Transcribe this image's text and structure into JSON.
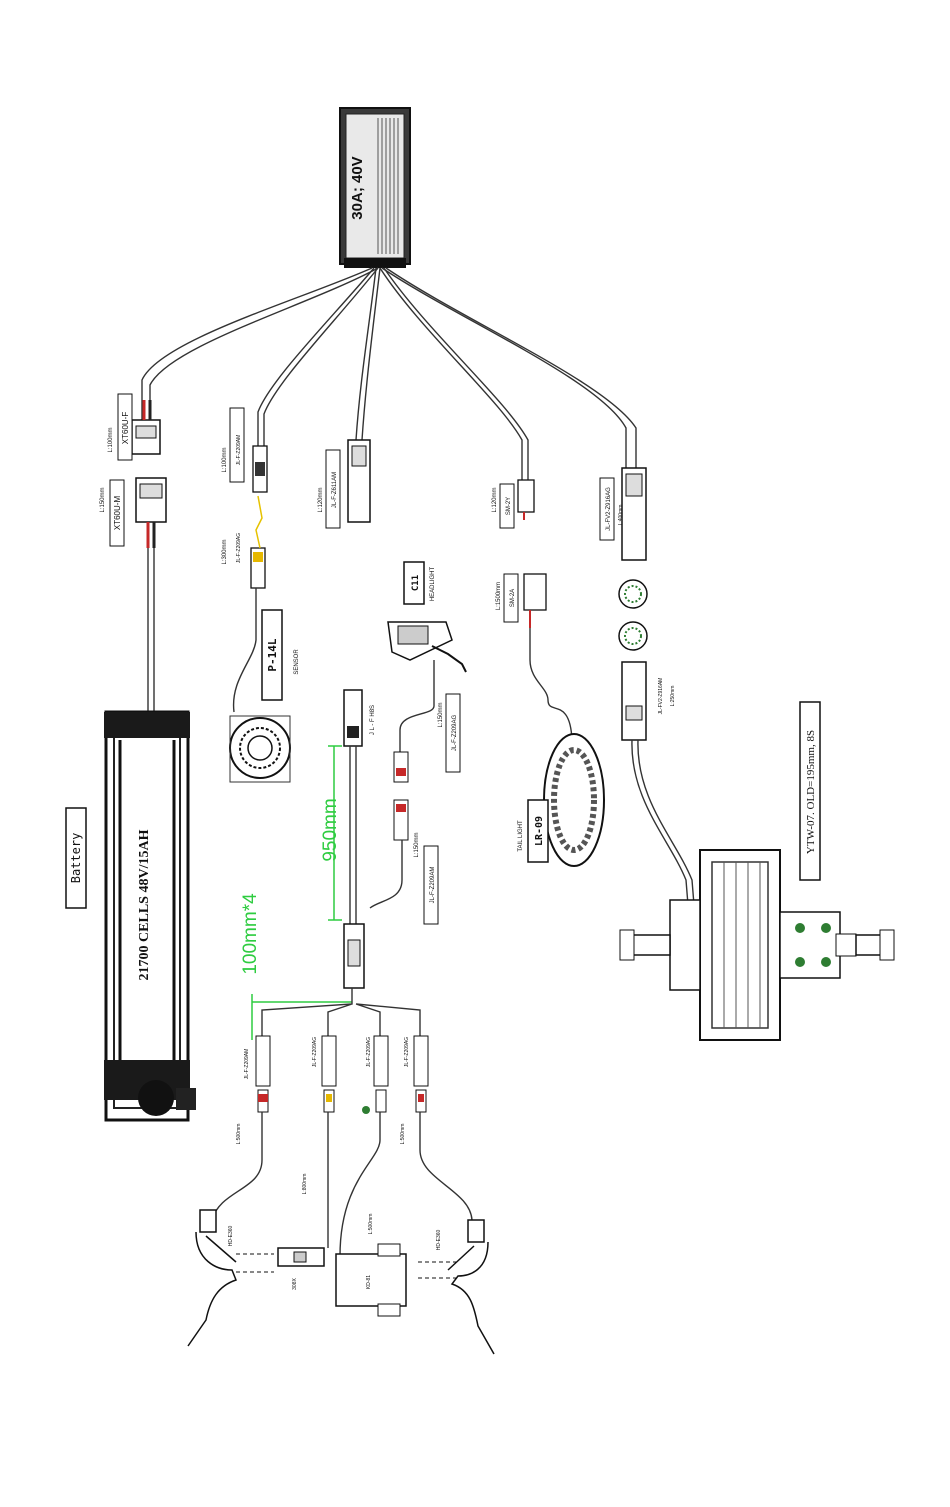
{
  "controller": {
    "label": "30A; 40V"
  },
  "battery": {
    "title": "Battery",
    "spec": "21700 CELLS 48V/15AH"
  },
  "battery_connectors": {
    "female": {
      "code": "XT60U-F",
      "length": "L:100mm"
    },
    "male": {
      "code": "XT60U-M",
      "length": "L:150mm"
    }
  },
  "sensor": {
    "cable_a": {
      "code": "JL-F-Z209AM",
      "length": "L:100mm"
    },
    "cable_b": {
      "code": "JL-F-Z209AG",
      "length": "L:300mm"
    },
    "model": "P-14L",
    "caption": "SENSOR"
  },
  "display_cable": {
    "code": "JL-F-Z611AM",
    "length": "L:120mm"
  },
  "headlight": {
    "model": "C11",
    "caption": "HEADLIGHT",
    "code": "JL-F-Z209AG",
    "length": "L:150mm"
  },
  "taillight_feed": {
    "code": "SM-2Y",
    "length": "L:120mm"
  },
  "taillight": {
    "code": "SM-2A",
    "length": "L:1500mm",
    "model": "LR-09",
    "caption": "TAIL LIGHT"
  },
  "motor_cable": {
    "code": "JL-FV2-Z916AG",
    "length": "L:400mm"
  },
  "motor_plug": {
    "code": "JL-FV2-Z916AM",
    "length": "L:250mm"
  },
  "motor": {
    "spec": "YTW-07. OLD=195mm, 8S"
  },
  "main_harness": {
    "length_label": "950mm",
    "label": "J L - F  H8S"
  },
  "splitter": {
    "branch_label": "100mm*4"
  },
  "light_cable": {
    "code": "JL-F-Z209AM",
    "length": "L:150mm"
  },
  "branches": [
    {
      "code": "JL-F-Z209AM",
      "length": "L:500mm"
    },
    {
      "code": "JL-F-Z209AG",
      "length": "L:800mm"
    },
    {
      "code": "JL-F-Z209AG",
      "length": "L:500mm"
    },
    {
      "code": "JL-F-Z209AG",
      "length": "L:500mm"
    }
  ],
  "brake_left": {
    "model": "HD-E360"
  },
  "brake_right": {
    "model": "HD-E360"
  },
  "throttle": {
    "model": "308X"
  },
  "display": {
    "model": "KD-81"
  }
}
